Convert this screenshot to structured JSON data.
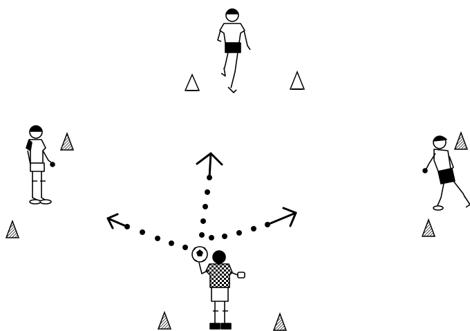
{
  "diagram": {
    "type": "ball-passing-drill-illustration",
    "ink_color": "#000000",
    "paper_color": "#ffffff",
    "players": [
      {
        "id": "top",
        "role": "receiver",
        "pose": "running"
      },
      {
        "id": "left",
        "role": "receiver",
        "pose": "standing"
      },
      {
        "id": "right",
        "role": "receiver",
        "pose": "crouched-ready"
      },
      {
        "id": "bottom",
        "role": "passer",
        "pose": "holding-ball",
        "holding": "ball"
      }
    ],
    "cones": [
      {
        "id": "top-left",
        "fill": "outline"
      },
      {
        "id": "top-right",
        "fill": "outline"
      },
      {
        "id": "left-upper",
        "fill": "hatched"
      },
      {
        "id": "left-lower",
        "fill": "hatched"
      },
      {
        "id": "right-upper",
        "fill": "hatched"
      },
      {
        "id": "right-lower",
        "fill": "hatched"
      },
      {
        "id": "bottom-left",
        "fill": "hatched"
      },
      {
        "id": "bottom-right",
        "fill": "hatched"
      }
    ],
    "pass_paths": [
      {
        "id": "to-left",
        "style": "dotted",
        "arrowhead": "open"
      },
      {
        "id": "to-top",
        "style": "dotted",
        "arrowhead": "open"
      },
      {
        "id": "to-right",
        "style": "dotted",
        "arrowhead": "open"
      }
    ]
  }
}
